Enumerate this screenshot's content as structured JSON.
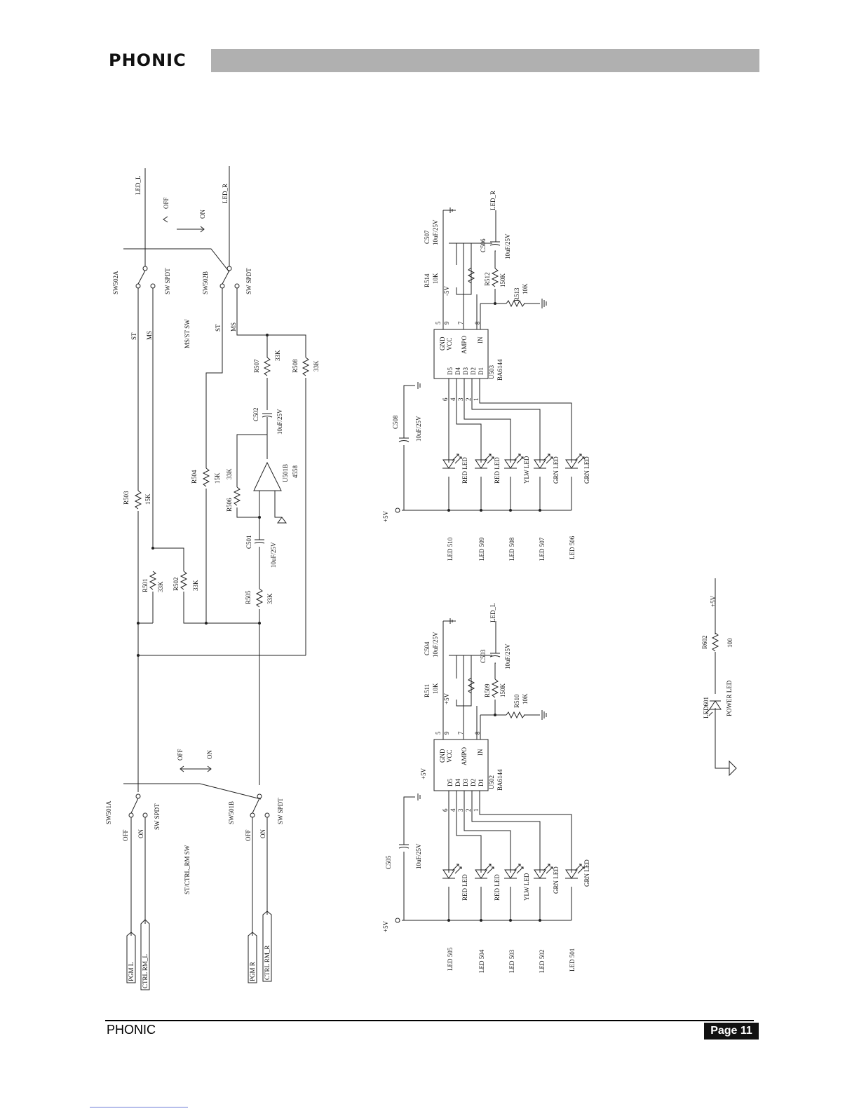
{
  "header": {
    "logo": "PHONIC"
  },
  "footer": {
    "brand": "PHONIC",
    "page": "Page 11"
  },
  "labels": {
    "led_l": "LED_L",
    "led_r": "LED_R",
    "off": "OFF",
    "on": "ON",
    "sw502a": "SW502A",
    "sw502b": "SW502B",
    "sw_spdt": "SW SPDT",
    "st": "ST",
    "ms": "MS",
    "ms_st_sw": "MS/ST SW",
    "r503": "R503",
    "r504": "R504",
    "r501": "R501",
    "r502": "R502",
    "r505": "R505",
    "r506": "R506",
    "r507": "R507",
    "r508": "R508",
    "v15k": "15K",
    "v33k": "33K",
    "c501": "C501",
    "c502": "C502",
    "cap10u": "10uF/25V",
    "u501b": "U501B",
    "u4558": "4558",
    "sw501a": "SW501A",
    "sw501b": "SW501B",
    "st_ctrl_sw": "ST/CTRL_RM SW",
    "pgm_l": "PGM L",
    "ctrl_rm_l": "CTRL RM_L",
    "pgm_r": "PGM R",
    "ctrl_rm_r": "CTRL RM_R",
    "c507": "C507",
    "c506": "C506",
    "c508": "C508",
    "r514": "R514",
    "r512": "R512",
    "r513": "R513",
    "v10k": "10K",
    "v150k": "150K",
    "u503": "U503",
    "ba6144": "BA6144",
    "gnd": "GND",
    "vcc": "VCC",
    "ampo": "AMPO",
    "in": "IN",
    "d5": "D5",
    "d4": "D4",
    "d3": "D3",
    "d2": "D2",
    "d1": "D1",
    "p5": "5",
    "p9": "9",
    "p7": "7",
    "p8": "8",
    "p6": "6",
    "p4": "4",
    "p3": "3",
    "p2": "2",
    "p1": "1",
    "plus5v": "+5V",
    "minus5v": "-5V",
    "red_led": "RED LED",
    "ylw_led": "YLW LED",
    "grn_led": "GRN LED",
    "led510": "LED 510",
    "led509": "LED 509",
    "led508": "LED 508",
    "led507": "LED 507",
    "led506": "LED 506",
    "c504": "C504",
    "c503": "C503",
    "c505": "C505",
    "r511": "R511",
    "r509": "R509",
    "r510": "R510",
    "u502": "U502",
    "led505": "LED 505",
    "led504": "LED 504",
    "led503": "LED 503",
    "led502": "LED 502",
    "led501": "LED 501",
    "r602": "R602",
    "v100": "100",
    "led601": "LED601",
    "power_led": "POWER LED"
  }
}
